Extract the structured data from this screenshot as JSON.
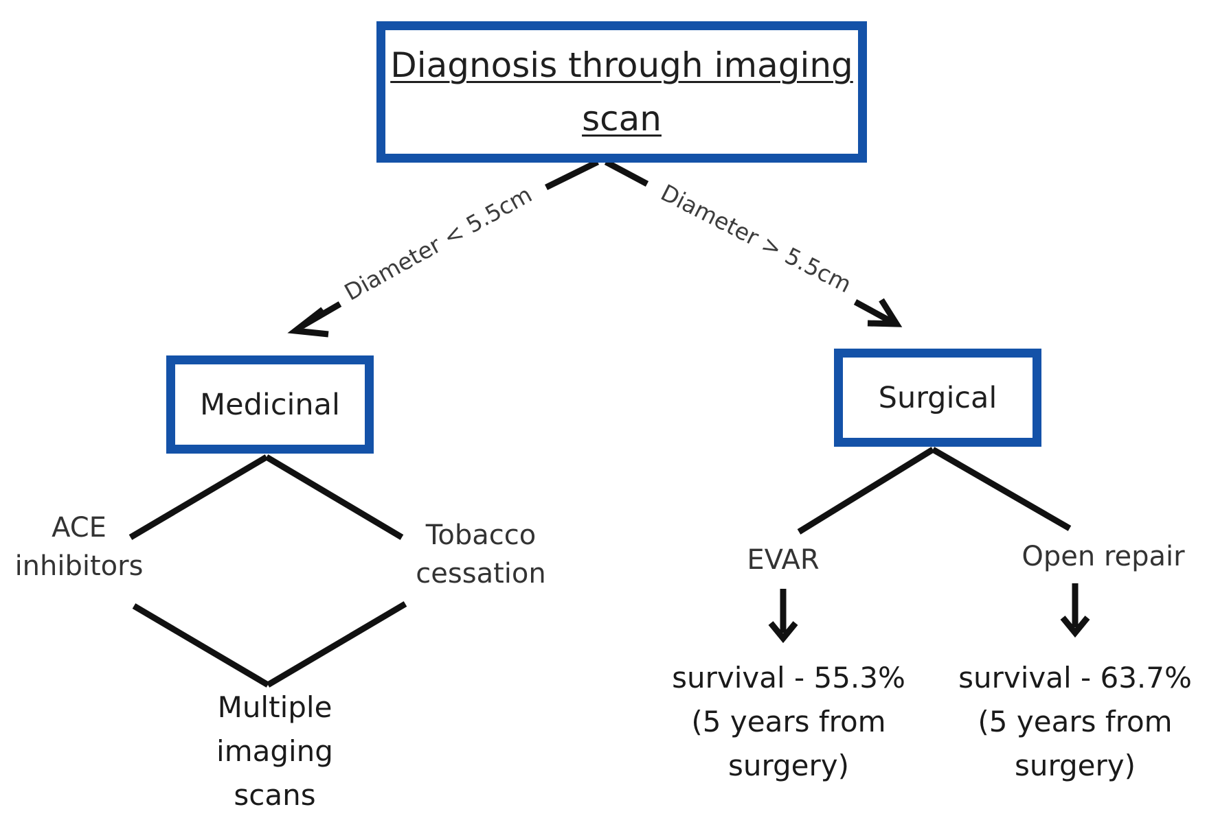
{
  "root": {
    "title_line1": "Diagnosis through imaging",
    "title_line2": "scan"
  },
  "edges": {
    "left_condition": "Diameter < 5.5cm",
    "right_condition": "Diameter > 5.5cm"
  },
  "medicinal": {
    "label": "Medicinal",
    "ace_line1": "ACE",
    "ace_line2": "inhibitors",
    "tobacco_line1": "Tobacco",
    "tobacco_line2": "cessation",
    "multiple_line1": "Multiple",
    "multiple_line2": "imaging",
    "multiple_line3": "scans"
  },
  "surgical": {
    "label": "Surgical",
    "evar": "EVAR",
    "open_repair": "Open repair",
    "evar_outcome_line1": "survival - 55.3%",
    "evar_outcome_line2": "(5 years from",
    "evar_outcome_line3": "surgery)",
    "open_outcome_line1": "survival - 63.7%",
    "open_outcome_line2": "(5 years from",
    "open_outcome_line3": "surgery)"
  },
  "colors": {
    "box_border": "#1452a8",
    "lines": "#111111"
  }
}
